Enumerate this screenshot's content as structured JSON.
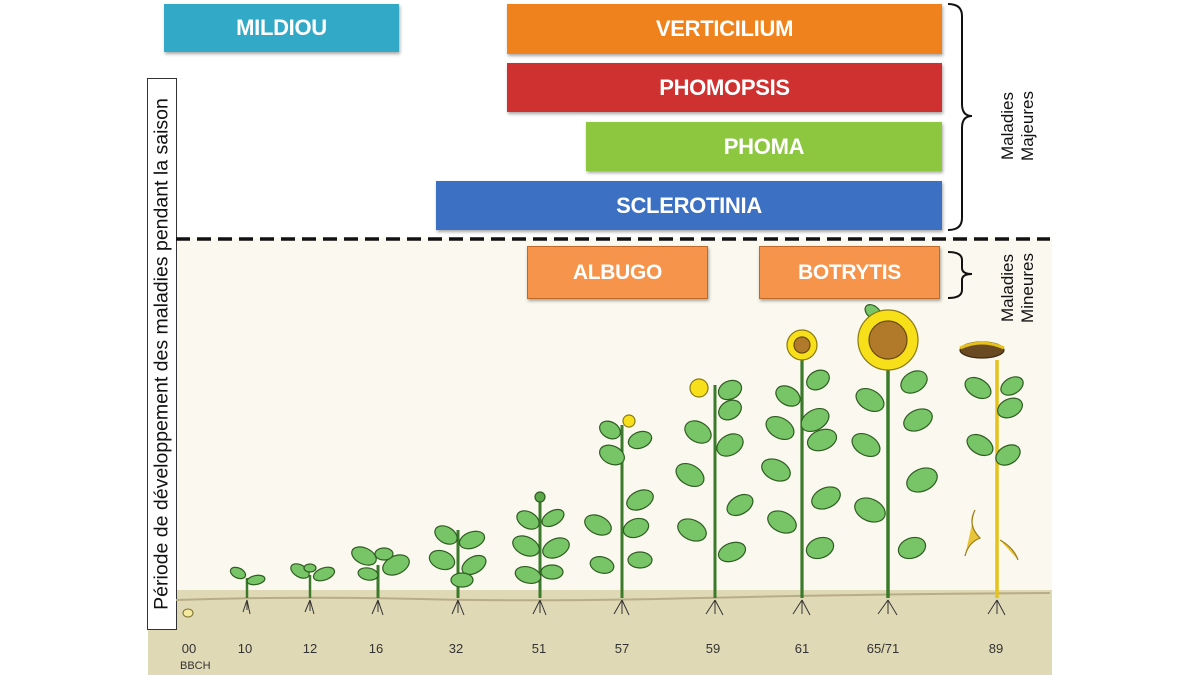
{
  "vertical_label": "Période de développement des maladies pendant la saison",
  "major_group_label": [
    "Maladies",
    "Majeures"
  ],
  "minor_group_label": [
    "Maladies",
    "Mineures"
  ],
  "diseases": {
    "mildiou": {
      "label": "MILDIOU",
      "color": "#32a9c7"
    },
    "verticilium": {
      "label": "VERTICILIUM",
      "color": "#f0821e"
    },
    "phomopsis": {
      "label": "PHOMOPSIS",
      "color": "#cf3131"
    },
    "phoma": {
      "label": "PHOMA",
      "color": "#8dc63f"
    },
    "sclerotinia": {
      "label": "SCLEROTINIA",
      "color": "#3b70c2"
    },
    "albugo": {
      "label": "ALBUGO",
      "color": "#f5944a"
    },
    "botrytis": {
      "label": "BOTRYTIS",
      "color": "#f5944a"
    }
  },
  "stages": [
    "00",
    "10",
    "12",
    "16",
    "32",
    "51",
    "57",
    "59",
    "61",
    "65/71",
    "89"
  ],
  "bbch_label": "BBCH"
}
